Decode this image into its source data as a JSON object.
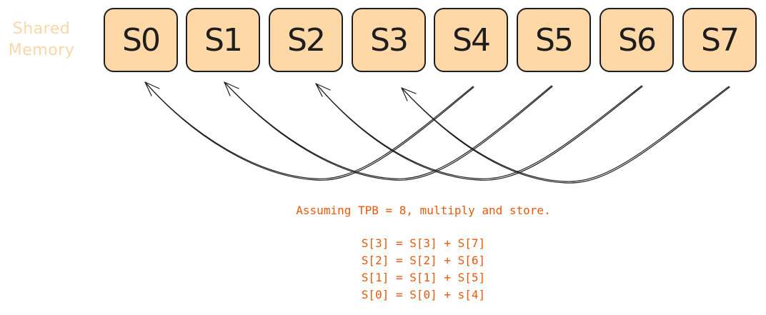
{
  "label": {
    "line1": "Shared",
    "line2": "Memory"
  },
  "cells": [
    "S0",
    "S1",
    "S2",
    "S3",
    "S4",
    "S5",
    "S6",
    "S7"
  ],
  "caption": "Assuming TPB = 8, multiply and store.",
  "equations": [
    "S[3] = S[3] + S[7]",
    "S[2] = S[2] + S[6]",
    "S[1] = S[1] + S[5]",
    "S[0] = S[0] + s[4]"
  ],
  "arrows": [
    {
      "from": "S4",
      "to": "S0"
    },
    {
      "from": "S5",
      "to": "S1"
    },
    {
      "from": "S6",
      "to": "S2"
    },
    {
      "from": "S7",
      "to": "S3"
    }
  ],
  "colors": {
    "cell_fill": "#ffd8a8",
    "cell_stroke": "#1e1e1e",
    "label": "#f8d7a8",
    "caption": "#e8590c",
    "arrow": "#1e1e1e"
  }
}
